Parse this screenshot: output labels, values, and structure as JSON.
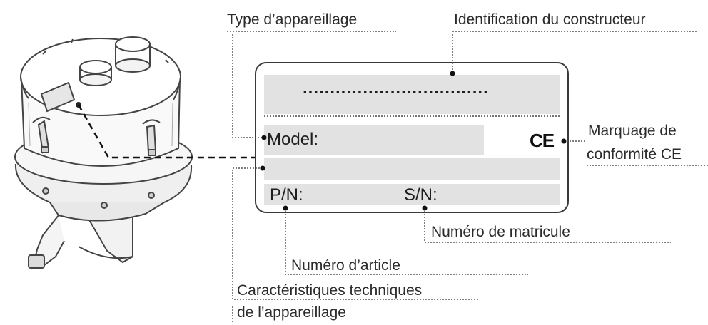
{
  "labels": {
    "type_appareillage": "Type d’appareillage",
    "identification_constructeur": "Identification du constructeur",
    "marquage_line1": "Marquage de",
    "marquage_line2": "conformité CE",
    "numero_matricule": "Numéro de matricule",
    "numero_article": "Numéro d’article",
    "caracteristiques_line1": "Caractéristiques techniques",
    "caracteristiques_line2": "de l’appareillage"
  },
  "plate": {
    "manufacturer_placeholder": "..................................",
    "model_label": "Model:",
    "pn_label": "P/N:",
    "sn_label": "S/N:",
    "ce_mark": "CE"
  },
  "colors": {
    "plate_fill": "#e2e2e2",
    "plate_border": "#3a3a3a",
    "text": "#2b2b2b"
  }
}
